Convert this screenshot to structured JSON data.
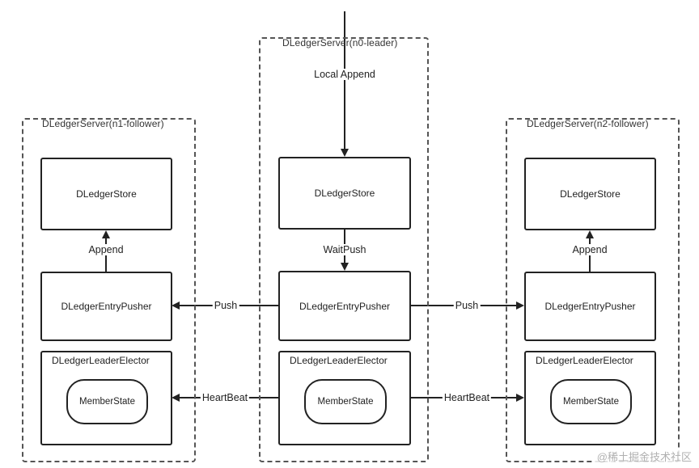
{
  "servers": {
    "n1": {
      "label": "DLedgerServer(n1-follower)",
      "store": "DLedgerStore",
      "pusher": "DLedgerEntryPusher",
      "elector": "DLedgerLeaderElector",
      "member_state": "MemberState"
    },
    "n0": {
      "label": "DLedgerServer(n0-leader)",
      "store": "DLedgerStore",
      "pusher": "DLedgerEntryPusher",
      "elector": "DLedgerLeaderElector",
      "member_state": "MemberState"
    },
    "n2": {
      "label": "DLedgerServer(n2-follower)",
      "store": "DLedgerStore",
      "pusher": "DLedgerEntryPusher",
      "elector": "DLedgerLeaderElector",
      "member_state": "MemberState"
    }
  },
  "edges": {
    "local_append": "Local Append",
    "wait_push": "WaitPush",
    "append_left": "Append",
    "append_right": "Append",
    "push_left": "Push",
    "push_right": "Push",
    "heartbeat_left": "HeartBeat",
    "heartbeat_right": "HeartBeat"
  },
  "watermark": "@稀土掘金技术社区"
}
